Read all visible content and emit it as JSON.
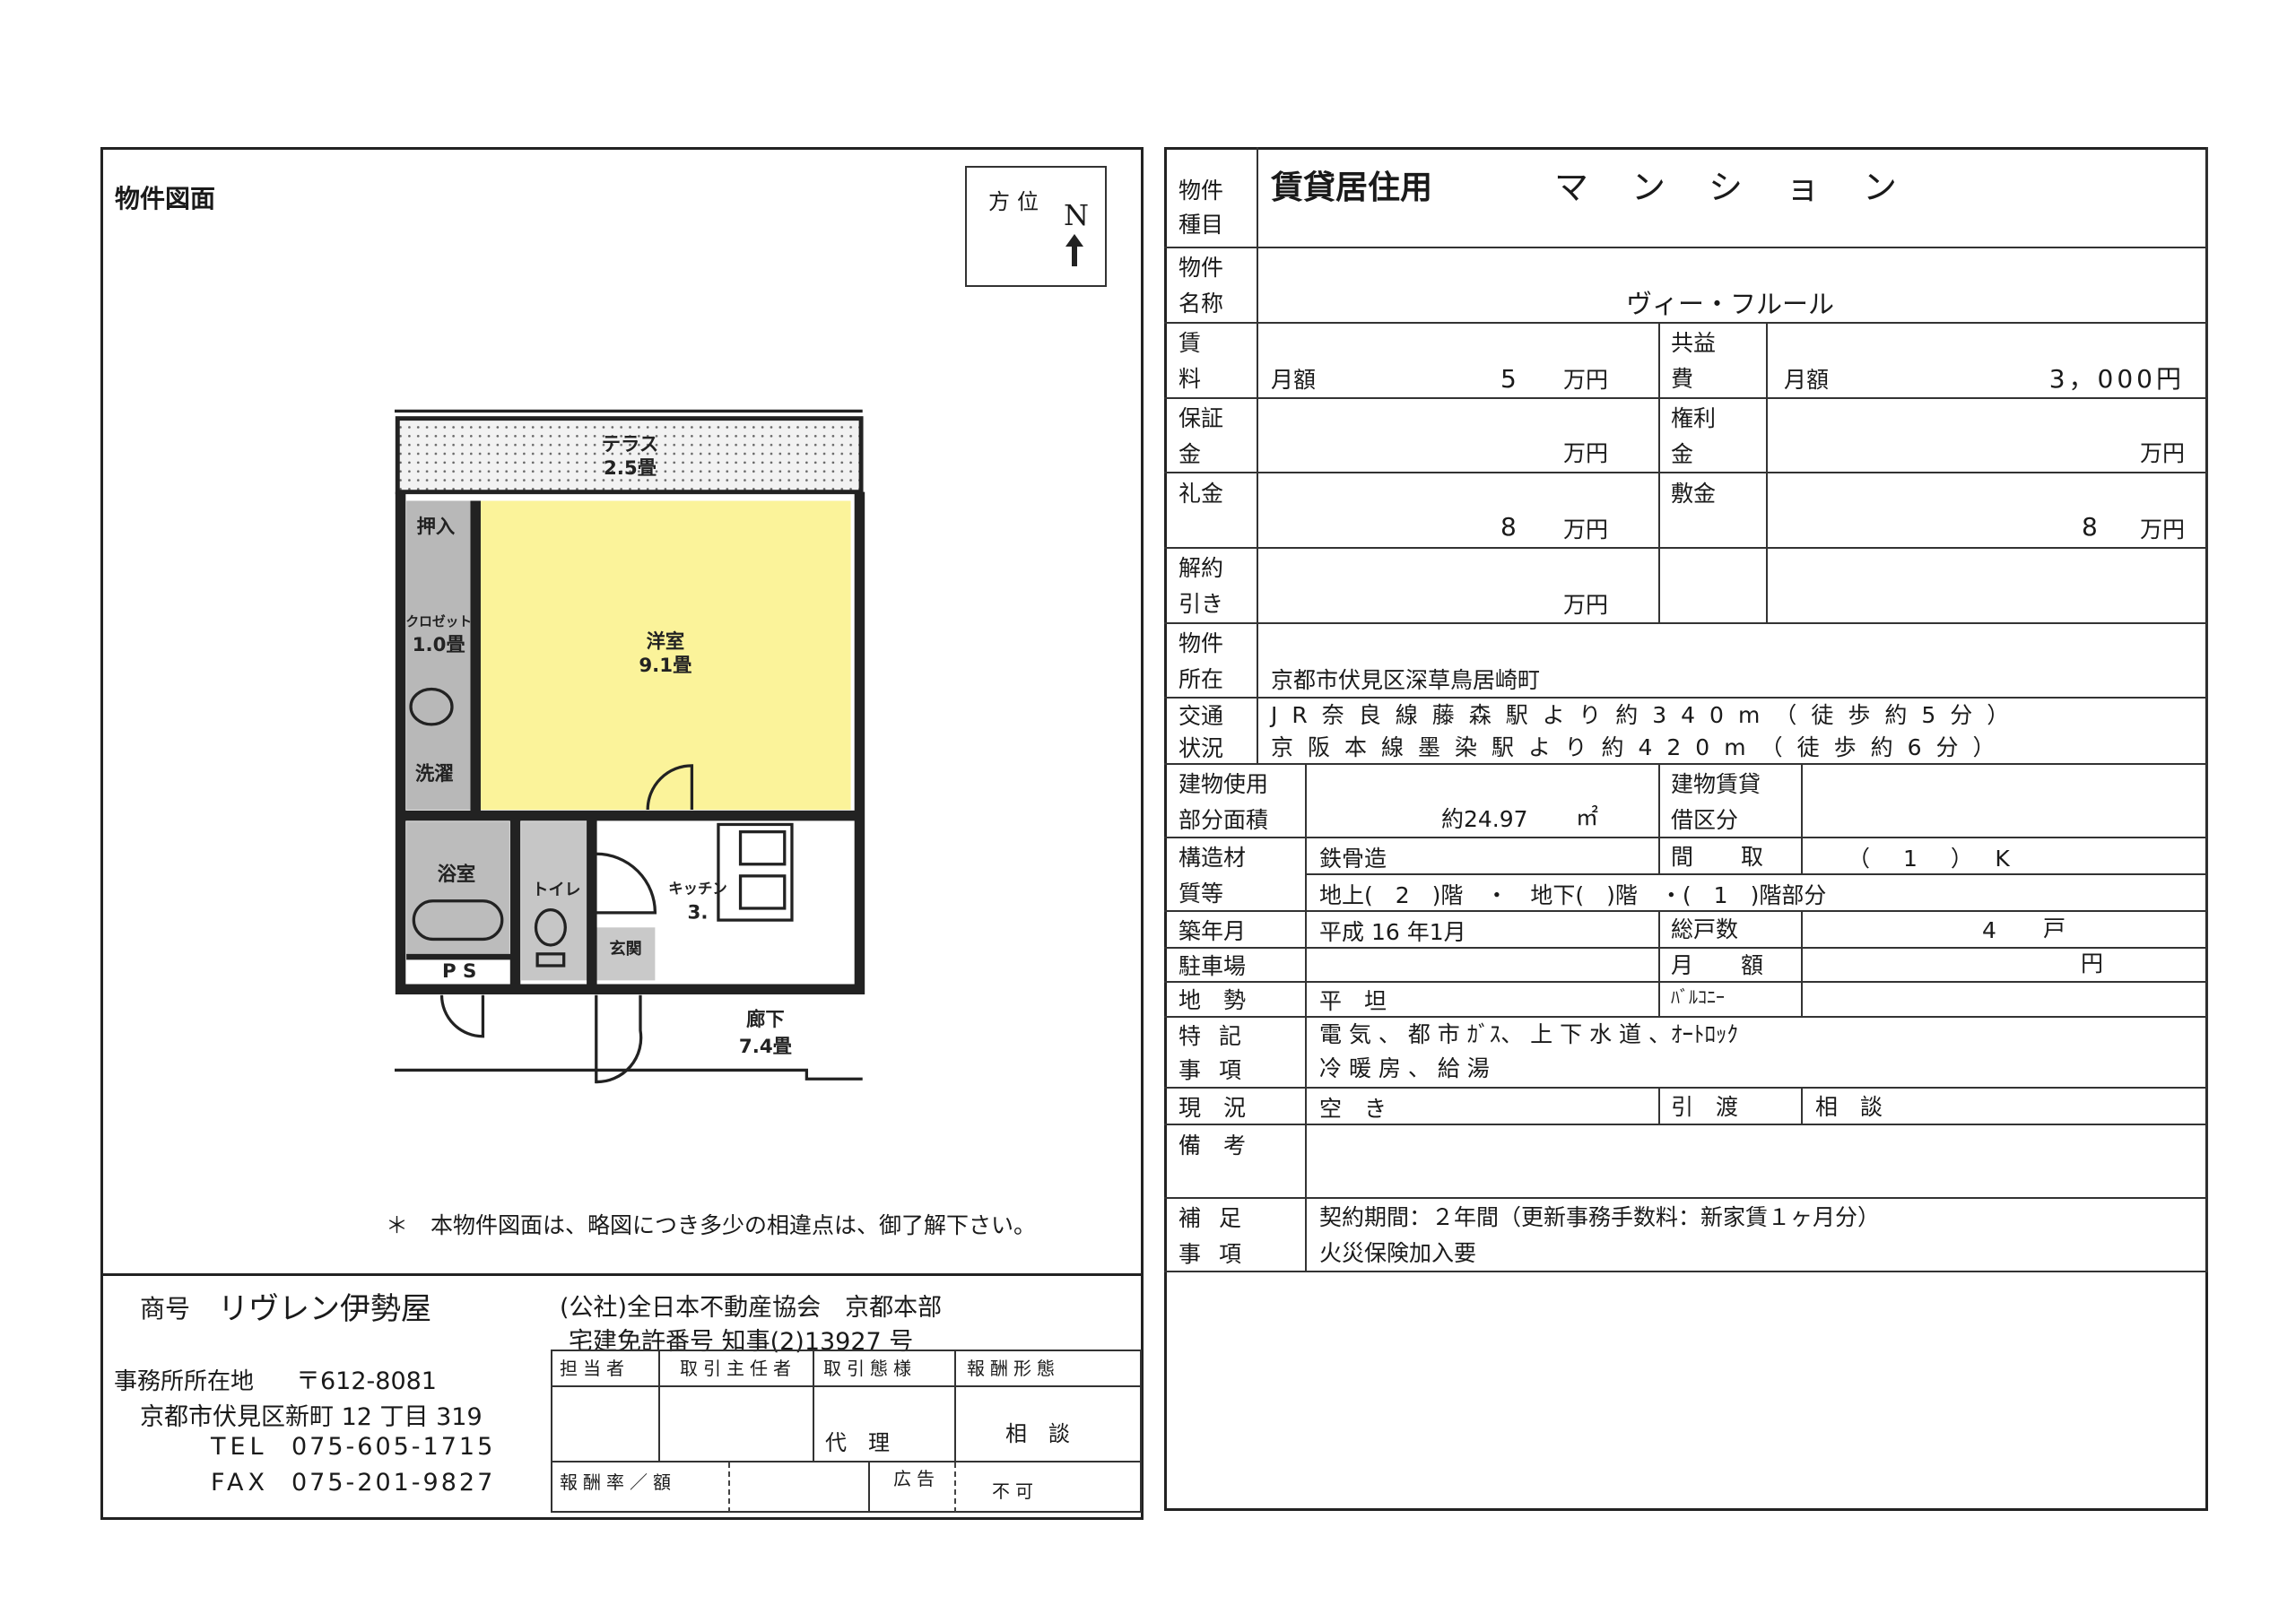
{
  "left": {
    "title": "物件図面",
    "compass": {
      "label": "方位",
      "north": "N"
    },
    "floor_plan": {
      "terrace": "テラス",
      "terrace_size": "2.5畳",
      "western_room": "洋室",
      "western_room_size": "9.1畳",
      "oshiire": "押入",
      "closet": "クロゼット",
      "closet_size": "1.0畳",
      "laundry": "洗濯",
      "bath": "浴室",
      "ps": "P S",
      "toilet": "トイレ",
      "kitchen": "キッチン",
      "kitchen_size": "3.",
      "entrance": "玄関",
      "corridor": "廊下",
      "corridor_size": "7.4畳"
    },
    "note": "＊　本物件図面は、略図につき多少の相違点は、御了解下さい。",
    "company": {
      "trade_name_label": "商号",
      "trade_name": "リヴレン伊勢屋",
      "association": "(公社)全日本不動産協会　京都本部",
      "license": "宅建免許番号 知事(2)13927 号",
      "office_label": "事務所所在地",
      "postal": "〒612-8081",
      "address": "京都市伏見区新町 12 丁目 319",
      "tel_label": "TEL",
      "tel": "075-605-1715",
      "fax_label": "FAX",
      "fax": "075-201-9827"
    },
    "deal_table": {
      "headers": [
        "担当者",
        "取引主任者",
        "取引態様",
        "報酬形態"
      ],
      "values": [
        "",
        "",
        "代　理",
        "相　談"
      ],
      "fee_label": "報酬率／額",
      "fee_value": "",
      "ad_label": "広告",
      "ad_value": "不可"
    }
  },
  "right": {
    "type_label": "物件種目",
    "type_value": "賃貸居住用",
    "type_kind": "マンション",
    "name_label": "物件名称",
    "name_value": "ヴィー・フルール",
    "rent_label": "賃料",
    "rent_prefix": "月額",
    "rent_value": "5",
    "rent_unit": "万円",
    "common_label": "共益費",
    "common_prefix": "月額",
    "common_value": "3，000円",
    "deposit_label": "保証金",
    "deposit_unit": "万円",
    "key_money_label": "権利金",
    "key_money_unit": "万円",
    "reikin_label": "礼金",
    "reikin_value": "8",
    "reikin_unit": "万円",
    "shikikin_label": "敷金",
    "shikikin_value": "8",
    "shikikin_unit": "万円",
    "cancel_label": "解約引き",
    "cancel_unit": "万円",
    "location_label": "物件所在",
    "location_value": "京都市伏見区深草鳥居崎町",
    "transport_label": "交通状況",
    "transport": [
      "JR奈良線藤森駅より約340m（徒歩約5分）",
      "京阪本線墨染駅より約420m（徒歩約6分）"
    ],
    "area_label": "建物使用部分面積",
    "area_value": "約24.97",
    "area_unit": "㎡",
    "lease_div_label": "建物賃貸借区分",
    "lease_div_value": "",
    "structure_label": "構造材質等",
    "structure_value": "鉄骨造",
    "floors_value": "地上(　2　)階　・　地下(　)階　・(　1　)階部分",
    "layout_label": "間　取",
    "layout_value": "（　1　）　K",
    "built_label": "築年月",
    "built_value": "平成 16 年1月",
    "units_label": "総戸数",
    "units_value": "4",
    "units_unit": "戸",
    "parking_label": "駐車場",
    "parking_value": "",
    "parking_fee_label": "月　額",
    "parking_fee_unit": "円",
    "terrain_label": "地　勢",
    "terrain_value": "平　坦",
    "balcony_label": "ﾊﾞﾙｺﾆｰ",
    "balcony_value": "",
    "features_label": "特記事項",
    "features": [
      "電 気 、 都 市 ｶﾞｽ、 上 下 水 道 、ｵｰﾄﾛｯｸ",
      "冷 暖 房 、 給 湯"
    ],
    "status_label": "現　況",
    "status_value": "空　き",
    "handover_label": "引　渡",
    "handover_value": "相　談",
    "remarks_label": "備　考",
    "remarks_value": "",
    "supplement_label": "補足事項",
    "supplement": [
      "契約期間：２年間（更新事務手数料：新家賃１ヶ月分）",
      "火災保険加入要"
    ]
  }
}
